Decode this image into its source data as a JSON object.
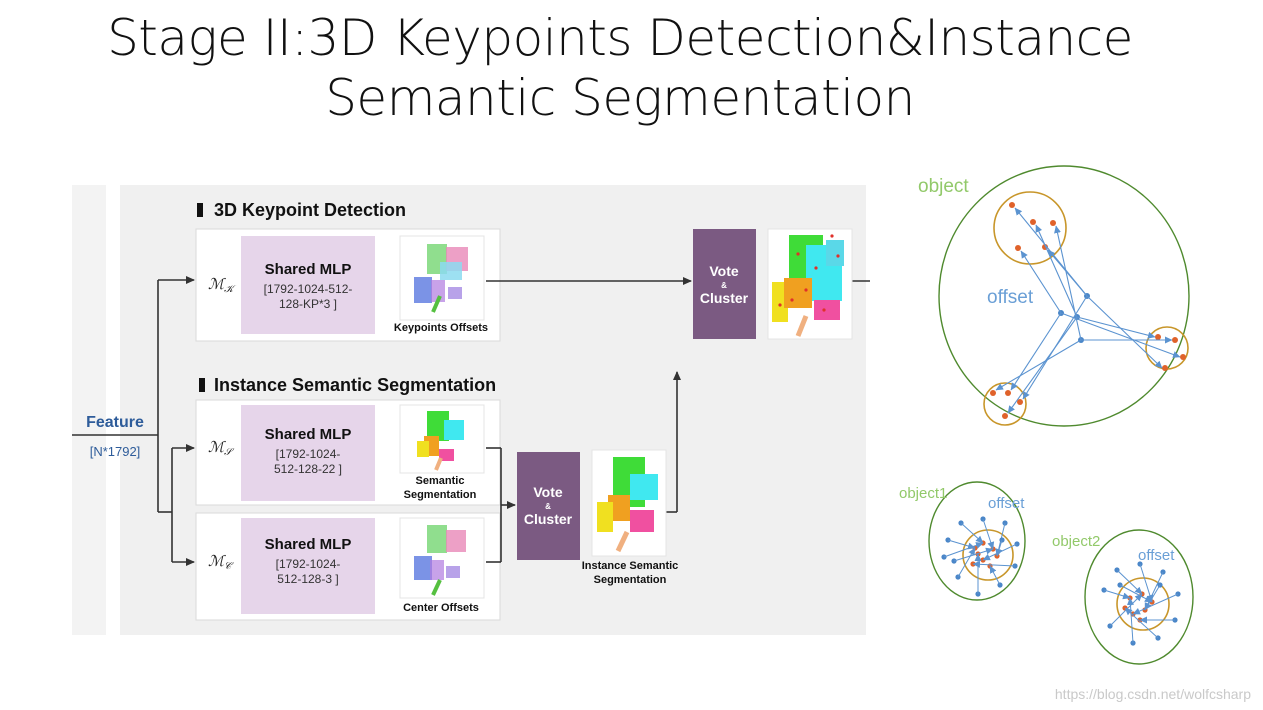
{
  "title": {
    "line1": "Stage II:3D Keypoints Detection&Instance",
    "line2": "Semantic Segmentation"
  },
  "pipeline": {
    "feature_label": "Feature",
    "feature_dim": "[N*1792]",
    "keypoint_section": {
      "title": "3D Keypoint Detection",
      "module_symbol": "ℳ",
      "module_sub": "𝒦",
      "mlp_title": "Shared MLP",
      "mlp_dims_line1": "[1792-1024-512-",
      "mlp_dims_line2": "128-KP*3 ]",
      "output_label": "Keypoints Offsets"
    },
    "instance_section": {
      "title": "Instance Semantic Segmentation",
      "semantic_branch": {
        "module_symbol": "ℳ",
        "module_sub": "𝒮",
        "mlp_title": "Shared MLP",
        "mlp_dims_line1": "[1792-1024-",
        "mlp_dims_line2": "512-128-22 ]",
        "output_label_line1": "Semantic",
        "output_label_line2": "Segmentation"
      },
      "center_branch": {
        "module_symbol": "ℳ",
        "module_sub": "𝒞",
        "mlp_title": "Shared MLP",
        "mlp_dims_line1": "[1792-1024-",
        "mlp_dims_line2": "512-128-3 ]",
        "output_label": "Center Offsets"
      },
      "output_label_line1": "Instance Semantic",
      "output_label_line2": "Segmentation"
    },
    "vote_cluster": {
      "line1": "Vote",
      "amp": "&",
      "line2": "Cluster"
    }
  },
  "voting_diagram": {
    "object_label": "object",
    "offset_label": "offset",
    "object1_label": "object1",
    "object2_label": "object2",
    "offset_small_label": "offset"
  },
  "watermark": "https://blog.csdn.net/wolfcsharp",
  "colors": {
    "panel_bg": "#f0f0f0",
    "mlp_fill": "#e6d5ea",
    "vote_fill": "#7b5a82",
    "feature_blue": "#2e5c9a",
    "object_green": "#4f8a2e",
    "object_label_green": "#92c96a",
    "cluster_gold": "#c8962a",
    "point_orange": "#e0622a",
    "point_blue": "#4a86c8",
    "arrow_blue": "#5b93d0",
    "offset_label_blue": "#6a9fd6"
  }
}
